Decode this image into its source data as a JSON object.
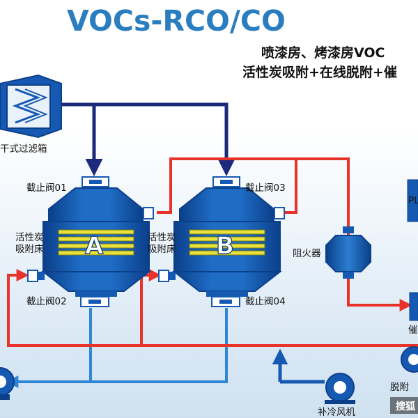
{
  "title": "VOCs-RCO/CO",
  "subtitle_line1": "喷漆房、烤漆房VOC",
  "subtitle_line2": "活性炭吸附+在线脱附+催",
  "labels": {
    "dry_filter": "干式过滤箱",
    "valve01": "截止阀01",
    "valve02": "截止阀02",
    "valve03": "截止阀03",
    "valve04": "截止阀04",
    "bed_a_line1": "活性炭",
    "bed_a_line2": "吸附床",
    "bed_b_line1": "活性炭",
    "bed_b_line2": "吸附床",
    "flame_arrester": "阻火器",
    "cold_fan": "补冷风机",
    "desorption_partial": "脱附",
    "catalytic_partial": "催",
    "pl_partial": "PL"
  },
  "beds": {
    "a": "A",
    "b": "B"
  },
  "watermark": "搜狐",
  "colors": {
    "title": "#2a7ec0",
    "navy_pipe": "#1b2a7a",
    "red_pipe": "#e8332a",
    "blue_pipe": "#2f86d6",
    "vessel": "#1559b3",
    "vessel_dark": "#0b3f8a",
    "carbon_layer": "#e8e23a"
  }
}
